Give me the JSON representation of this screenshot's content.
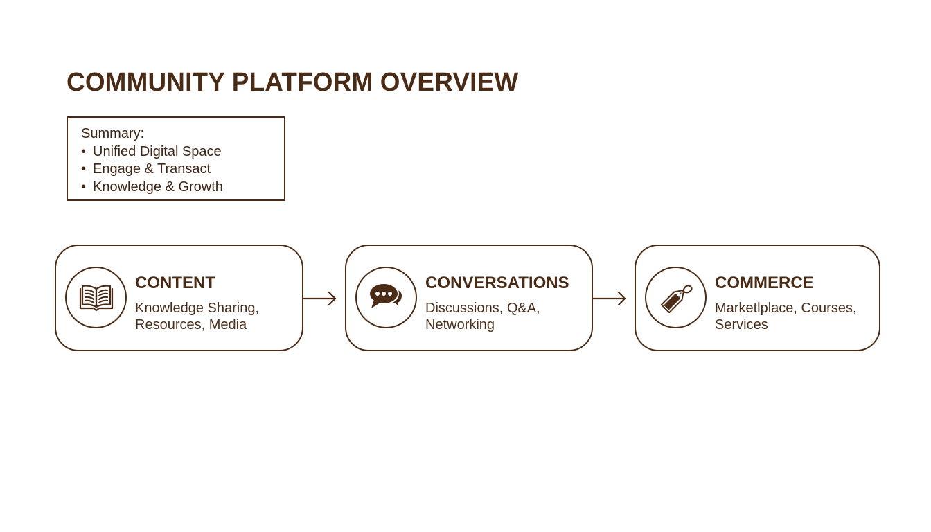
{
  "title": "COMMUNITY PLATFORM OVERVIEW",
  "summary": {
    "heading": "Summary:",
    "bullet": "•",
    "items": [
      "Unified Digital Space",
      "Engage & Transact",
      "Knowledge & Growth"
    ]
  },
  "pillars": [
    {
      "icon": "open-book-icon",
      "title": "CONTENT",
      "desc_line1": "Knowledge Sharing,",
      "desc_line2": "Resources, Media"
    },
    {
      "icon": "chat-bubbles-icon",
      "title": "CONVERSATIONS",
      "desc_line1": "Discussions, Q&A,",
      "desc_line2": "Networking"
    },
    {
      "icon": "price-tag-icon",
      "title": "COMMERCE",
      "desc_line1": "Marketlplace, Courses,",
      "desc_line2": "Services"
    }
  ],
  "colors": {
    "primary": "#4a2c17",
    "background": "#ffffff"
  }
}
